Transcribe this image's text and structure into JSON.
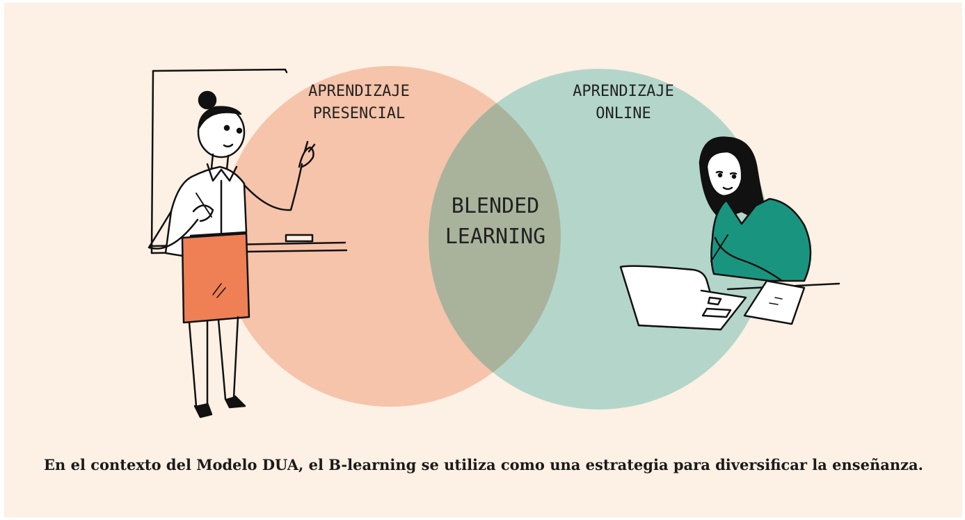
{
  "diagram": {
    "left_circle": {
      "line1": "APRENDIZAJE",
      "line2": "PRESENCIAL",
      "color": "#f6c4aa"
    },
    "right_circle": {
      "line1": "APRENDIZAJE",
      "line2": "ONLINE",
      "color": "#b4d6ca"
    },
    "intersection": {
      "line1": "BLENDED",
      "line2": "LEARNING",
      "color": "#a9b39c"
    },
    "background_color": "#fdf0e4",
    "illustrations": [
      "teacher-at-whiteboard",
      "student-with-laptop"
    ]
  },
  "caption": "En el contexto del Modelo DUA, el B-learning se utiliza como una estrategia para diversificar la enseñanza."
}
